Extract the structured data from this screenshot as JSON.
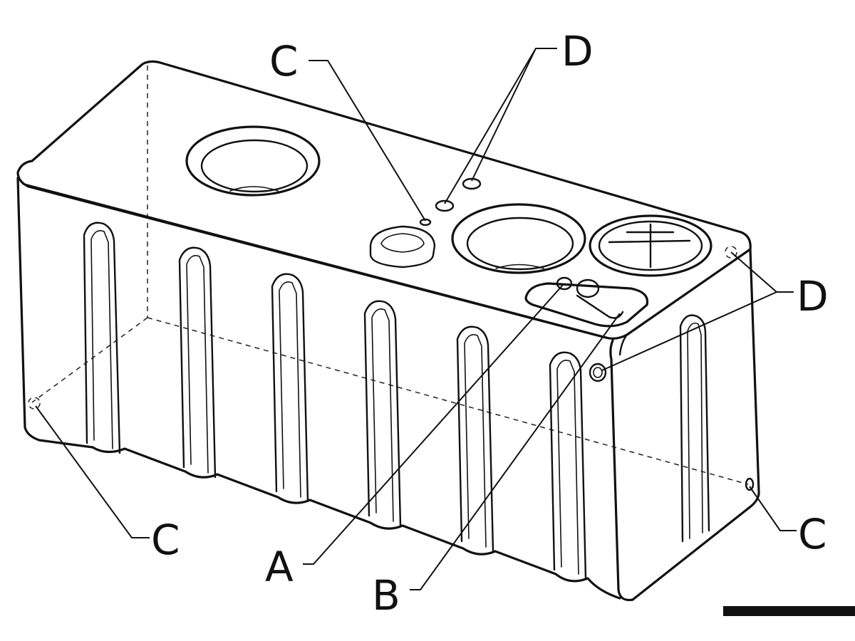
{
  "labels": {
    "A": "A",
    "B": "B",
    "C_top": "C",
    "C_left": "C",
    "C_right": "C",
    "D_top": "D",
    "D_right": "D"
  },
  "colors": {
    "line": "#111111",
    "background": "#ffffff"
  }
}
